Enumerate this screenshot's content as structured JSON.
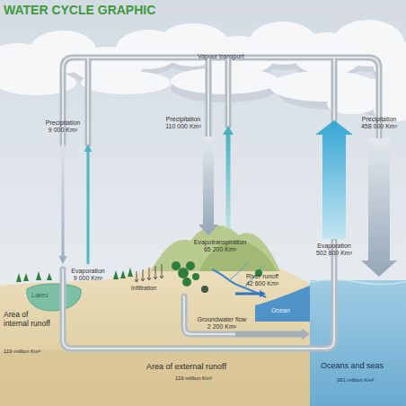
{
  "diagram": {
    "title": "WATER CYCLE GRAPHIC",
    "nodes": [
      {
        "text": [
          "Vapour transport"
        ]
      },
      {
        "text": [
          "Area of internal runoff",
          "119 million Km²"
        ]
      },
      {
        "text": [
          "Lakes"
        ],
        "in": 1
      },
      {
        "text": [
          "Area of external runoff",
          "119 million Km²"
        ]
      },
      {
        "text": [
          "Ocean"
        ]
      },
      {
        "text": [
          "Oceans and seas",
          "361 million Km²"
        ]
      }
    ],
    "edges": [
      {
        "from": 0,
        "to": 1,
        "label": "Precipitation 9 000 Km³",
        "arrow": "to"
      },
      {
        "from": 2,
        "to": 0,
        "label": "Evaporation 9 000 Km³",
        "arrow": "to"
      },
      {
        "from": 0,
        "to": 3,
        "label": "Precipitation 110 000 Km³",
        "arrow": "to"
      },
      {
        "from": 3,
        "to": 0,
        "label": "Evapotranspiration 65 200 Km³",
        "arrow": "to"
      },
      {
        "from": 3,
        "to": 4,
        "label": "River runoff 42 600 Km³",
        "arrow": "to"
      },
      {
        "from": 3,
        "to": 5,
        "label": "Groundwater flow 2 200 Km³",
        "arrow": "to"
      },
      {
        "from": 5,
        "to": 0,
        "label": "Evaporation 502 800 Km³",
        "arrow": "to"
      },
      {
        "from": 0,
        "to": 5,
        "label": "Precipitation 458 000 Km³",
        "arrow": "to"
      }
    ],
    "labels": [
      "Infiltration"
    ]
  }
}
